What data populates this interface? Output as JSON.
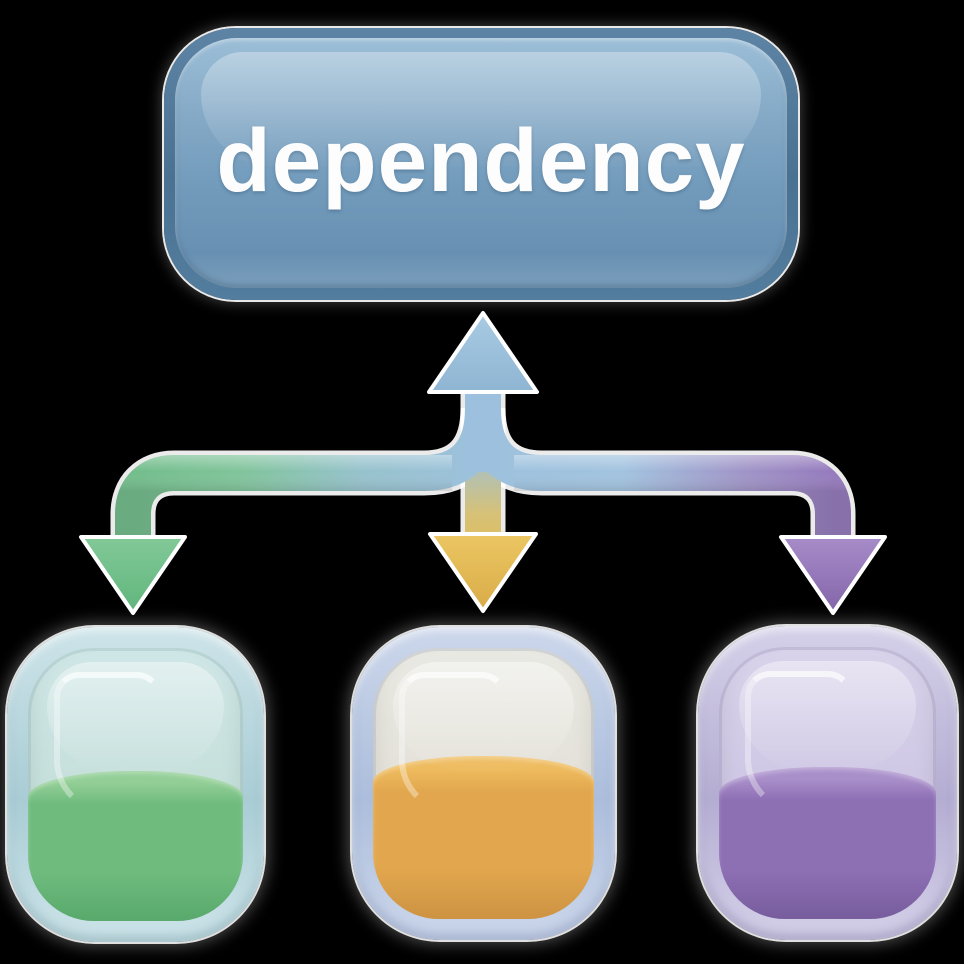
{
  "diagram": {
    "title_node": {
      "label": "dependency",
      "fill_color": "#7ba3c2",
      "text_color": "#ffffff"
    },
    "connector": {
      "type": "one-to-many-fork",
      "up_arrow_color": "#9cc1dd",
      "branches": [
        {
          "position": "left",
          "arrow_color": "#6fbd88"
        },
        {
          "position": "center",
          "arrow_color": "#e0b654"
        },
        {
          "position": "right",
          "arrow_color": "#9379bd"
        }
      ]
    },
    "containers": [
      {
        "position": "left",
        "glass_color": "#b7d4db",
        "liquid_color": "#6eba7e",
        "fill_percent": 55
      },
      {
        "position": "center",
        "glass_color": "#bac9e3",
        "liquid_color": "#e3a84e",
        "fill_percent": 60
      },
      {
        "position": "right",
        "glass_color": "#c6c1de",
        "liquid_color": "#8d6fb4",
        "fill_percent": 56
      }
    ]
  }
}
